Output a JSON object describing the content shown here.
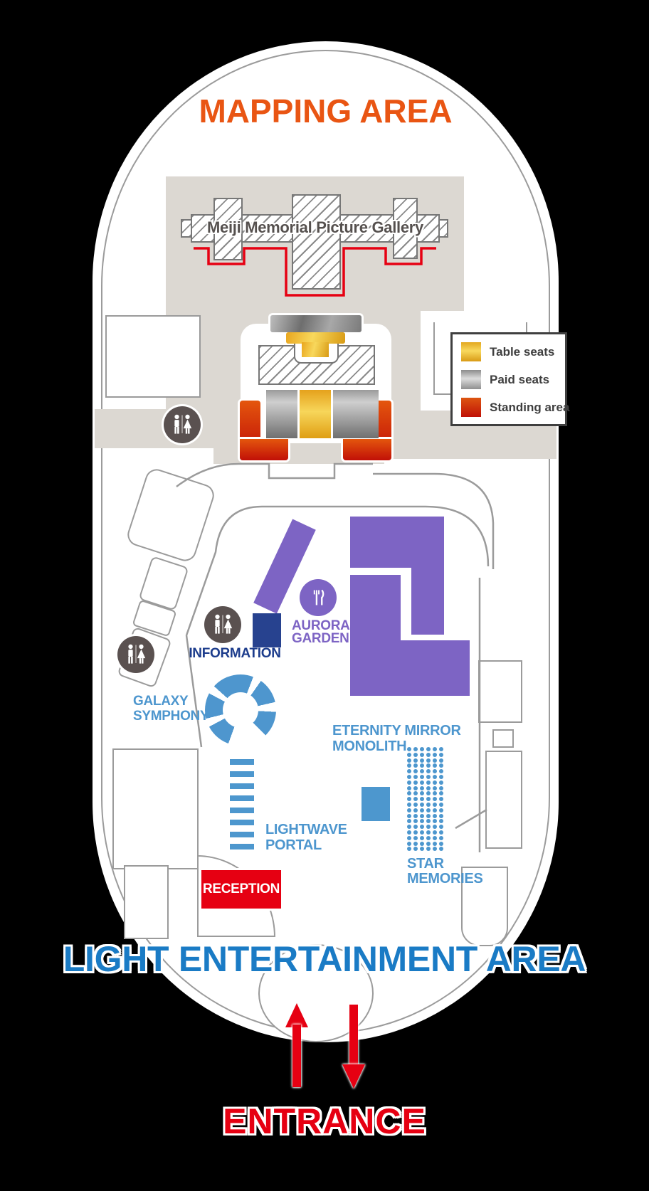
{
  "map": {
    "background_color": "#000000",
    "areas": {
      "mapping": {
        "title": "MAPPING AREA",
        "color": "#E95513"
      },
      "light_entertainment": {
        "title": "LIGHT ENTERTAINMENT AREA",
        "color": "#1A7BC5"
      },
      "entrance": {
        "title": "ENTRANCE",
        "color": "#E60012"
      }
    },
    "gallery": {
      "label": "Meiji Memorial Picture Gallery"
    },
    "legend": {
      "items": [
        {
          "label": "Table seats",
          "swatch_color": "#F0C33C",
          "swatch": "gold"
        },
        {
          "label": "Paid seats",
          "swatch_color": "#9E9E9E",
          "swatch": "silver"
        },
        {
          "label": "Standing area",
          "swatch_color": "#D03409",
          "swatch": "red"
        }
      ]
    },
    "facilities": {
      "information": {
        "label": "INFORMATION",
        "color": "#1C3C8C"
      },
      "reception": {
        "label": "RECEPTION",
        "color": "#E60012"
      },
      "restrooms": {
        "count": 3,
        "icon": "restroom-man-woman"
      }
    },
    "attractions": {
      "aurora_garden": {
        "lines": [
          "AURORA",
          "GARDEN"
        ],
        "color": "#7D64C4",
        "icon": "fork-knife"
      },
      "galaxy_symphony": {
        "lines": [
          "GALAXY",
          "SYMPHONY"
        ],
        "color": "#4D96CE"
      },
      "eternity_mirror_monolith": {
        "lines": [
          "ETERNITY MIRROR",
          "MONOLITH"
        ],
        "color": "#4D96CE"
      },
      "lightwave_portal": {
        "lines": [
          "LIGHTWAVE",
          "PORTAL"
        ],
        "color": "#4D96CE",
        "bar_count": 8
      },
      "star_memories": {
        "lines": [
          "STAR",
          "MEMORIES"
        ],
        "color": "#4D96CE",
        "dot_grid": {
          "rows": 19,
          "cols": 6
        }
      }
    }
  }
}
